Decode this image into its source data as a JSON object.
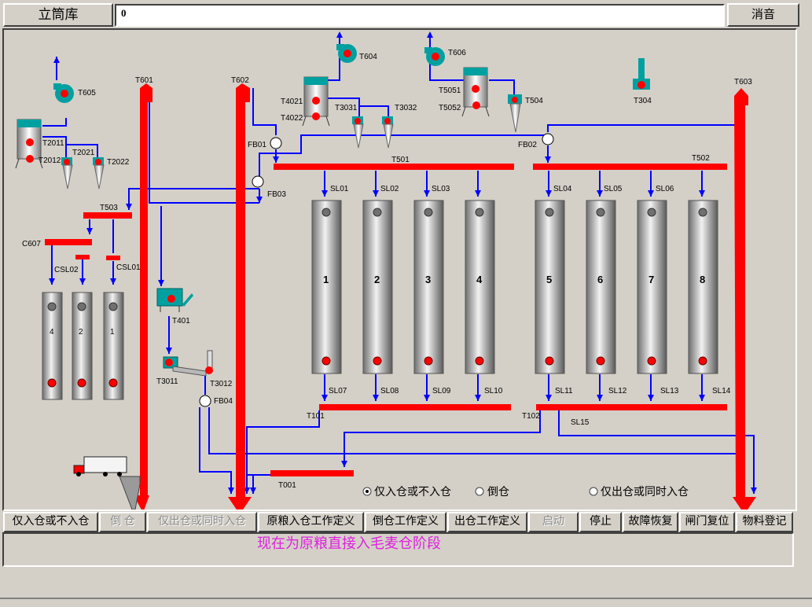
{
  "header": {
    "title": "立筒库",
    "value": "0",
    "mute_label": "消音"
  },
  "equipment": {
    "fans": [
      "T605",
      "T604",
      "T606",
      "T304"
    ],
    "filters": [
      "T2011",
      "T2012",
      "T4021",
      "T4022",
      "T5051",
      "T5052"
    ],
    "cyclones": [
      "T2021",
      "T2022",
      "T3031",
      "T3032",
      "T504"
    ],
    "elevators": [
      "T601",
      "T602",
      "T603"
    ],
    "conveyors": [
      "T501",
      "T502",
      "T503",
      "C607",
      "T101",
      "T102",
      "T001"
    ],
    "flaps": [
      "FB01",
      "FB02",
      "FB03",
      "FB04"
    ],
    "cleaners": [
      "T401",
      "T3011",
      "T3012"
    ],
    "small_silo_gates": [
      "CSL02",
      "CSL01"
    ],
    "inlet_gates": [
      "SL01",
      "SL02",
      "SL03",
      "SL04",
      "SL05",
      "SL06"
    ],
    "outlet_gates": [
      "SL07",
      "SL08",
      "SL09",
      "SL10",
      "SL11",
      "SL12",
      "SL13",
      "SL14",
      "SL15"
    ]
  },
  "silos": [
    "1",
    "2",
    "3",
    "4",
    "5",
    "6",
    "7",
    "8"
  ],
  "small_silos": [
    "4",
    "2",
    "1"
  ],
  "options": {
    "items": [
      {
        "label": "仅入仓或不入仓",
        "selected": true
      },
      {
        "label": "倒仓",
        "selected": false
      },
      {
        "label": "仅出仓或同时入仓",
        "selected": false
      }
    ]
  },
  "buttons": {
    "only_in": "仅入仓或不入仓",
    "transfer": "倒 仓",
    "only_out": "仅出仓或同时入仓",
    "raw_in_def": "原粮入仓工作定义",
    "transfer_def": "倒仓工作定义",
    "out_def": "出仓工作定义",
    "start": "启动",
    "stop": "停止",
    "fault_reset": "故障恢复",
    "gate_reset": "闸门复位",
    "material_reg": "物料登记"
  },
  "status": {
    "text": "现在为原粮直接入毛麦仓阶段"
  },
  "colors": {
    "background": "#d4d0c8",
    "conveyor": "#ff0000",
    "line": "#0000ff",
    "status_text": "#e020e0",
    "machine": "#00a0a0",
    "indicator_red": "#ff0000",
    "indicator_gray": "#707070"
  }
}
